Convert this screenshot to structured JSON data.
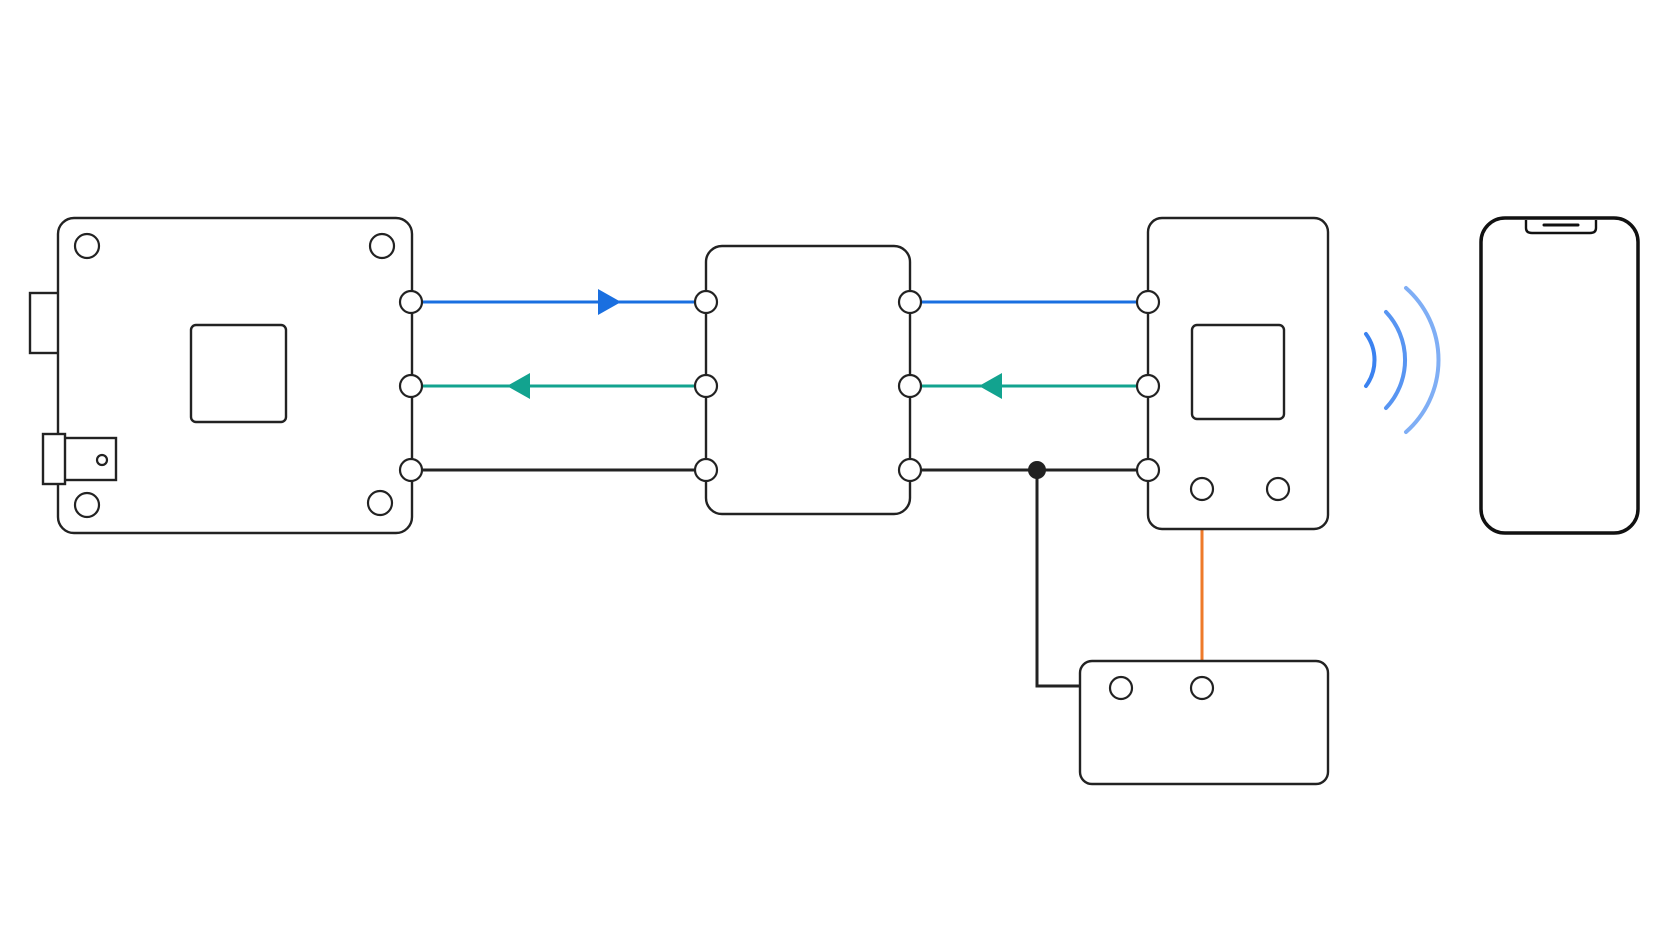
{
  "colors": {
    "outline": "#222222",
    "tx_wire": "#1a6fe0",
    "rx_wire": "#12a38f",
    "ground_wire": "#222222",
    "signal_wire": "#ee7a2a",
    "wireless": "#3b82f0"
  },
  "components": [
    {
      "id": "microcontroller-board",
      "icon": "development-board"
    },
    {
      "id": "level-shifter-module",
      "icon": "module-block"
    },
    {
      "id": "bluetooth-module",
      "icon": "wireless-module"
    },
    {
      "id": "peripheral-module",
      "icon": "module-block"
    },
    {
      "id": "smartphone",
      "icon": "smartphone-icon"
    }
  ],
  "wireless_link": {
    "icon": "wireless-signal-icon",
    "waves": 3
  }
}
